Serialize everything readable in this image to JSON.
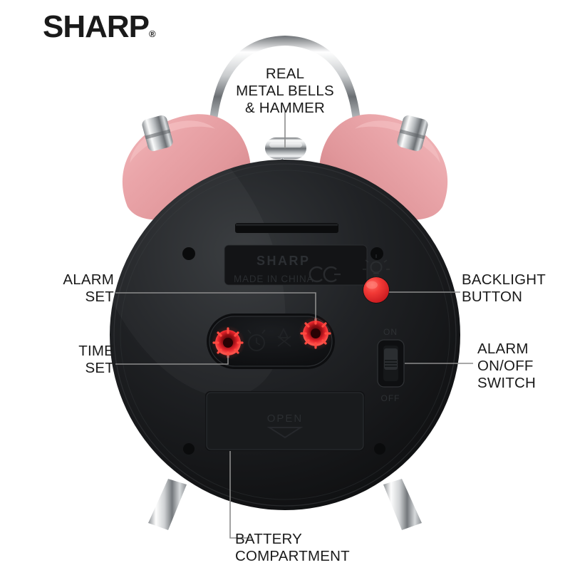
{
  "brand": {
    "name": "SHARP",
    "registered": "®"
  },
  "callouts": {
    "bells": {
      "lines": "REAL\nMETAL BELLS\n& HAMMER",
      "name": "real-metal-bells-and-hammer"
    },
    "alarm_set": {
      "lines": "ALARM\nSET",
      "name": "alarm-set"
    },
    "time_set": {
      "lines": "TIME\nSET",
      "name": "time-set"
    },
    "backlight": {
      "lines": "BACKLIGHT\nBUTTON",
      "name": "backlight-button"
    },
    "alarm_switch": {
      "lines": "ALARM\nON/OFF\nSWITCH",
      "name": "alarm-on-off-switch"
    },
    "battery": {
      "lines": "BATTERY\nCOMPARTMENT",
      "name": "battery-compartment"
    }
  },
  "product": {
    "body_markings": {
      "brand": "SHARP",
      "origin": "MADE IN CHINA",
      "certification": "CE"
    },
    "battery_door": {
      "label": "OPEN",
      "arrow": "▼"
    },
    "switch": {
      "on_label": "ON",
      "off_label": "OFF",
      "position": "ON"
    },
    "controls": [
      {
        "name": "time-set-dial",
        "type": "rotary-dial",
        "color": "#e8202a"
      },
      {
        "name": "alarm-set-dial",
        "type": "rotary-dial",
        "color": "#e8202a"
      },
      {
        "name": "backlight-button",
        "type": "push-button",
        "color": "#ee2b2b"
      },
      {
        "name": "alarm-on-off-switch",
        "type": "slide-switch"
      }
    ]
  },
  "colors": {
    "background": "#ffffff",
    "text": "#1a1a1a",
    "leader_line": "#8c8c8c",
    "body_black": "#17181a",
    "bell_pink": "#e9a2a6",
    "bell_pink_dark": "#b9696c",
    "chrome_light": "#f2f3f4",
    "chrome_mid": "#9fa3a7",
    "chrome_dark": "#4a4e52",
    "button_red": "#ee2b2b",
    "dial_red": "#e11d24"
  }
}
